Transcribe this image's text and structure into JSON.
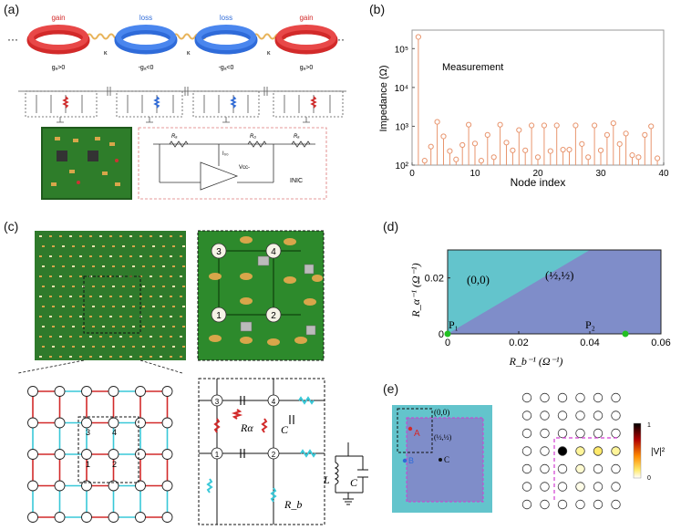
{
  "panels": {
    "a": {
      "label": "(a)",
      "ring_labels": [
        "gain",
        "loss",
        "loss",
        "gain"
      ],
      "ring_params": [
        "gₐ>0",
        "-gₐ<0",
        "-gₐ<0",
        "gₐ>0"
      ],
      "couplings": [
        "κ",
        "κ",
        "κ"
      ],
      "ellipsis": "···",
      "inic_label": "INIC",
      "circuit_labels": [
        "Rₐ",
        "R₀",
        "Rₐ",
        "I₀₀",
        "Vcc-"
      ],
      "colors": {
        "gain": "#d22a2a",
        "loss": "#2f6bd9",
        "spring": "#e8b45a"
      }
    },
    "b": {
      "label": "(b)",
      "legend": "Measurement",
      "xlabel": "Node index",
      "ylabel": "Impedance (Ω)"
    },
    "c": {
      "label": "(c)",
      "node_labels": [
        "1",
        "2",
        "3",
        "4"
      ],
      "component_labels": [
        "Rα",
        "C",
        "R_b",
        "L",
        "C"
      ]
    },
    "d": {
      "label": "(d)",
      "region_left": "(0,0)",
      "region_right": "(½,½)",
      "points": [
        "P₁",
        "P₂"
      ],
      "xlabel": "R_b⁻¹ (Ω⁻¹)",
      "ylabel": "R_α⁻¹ (Ω⁻¹)",
      "colors": {
        "trivial": "#63c4cc",
        "nontrivial": "#7f8dc9",
        "point": "#22c022"
      }
    },
    "e": {
      "label": "(e)",
      "region_a": "(0,0)",
      "region_b": "(½,½)",
      "points": [
        "A",
        "B",
        "C"
      ],
      "colorbar_label": "|V|²",
      "colorbar_ticks": [
        "1",
        "0"
      ]
    }
  },
  "chart_data": [
    {
      "type": "scatter",
      "panel": "b",
      "title": "",
      "xlabel": "Node index",
      "ylabel": "Impedance (Ω)",
      "xlim": [
        0,
        40
      ],
      "ylim": [
        100,
        300000
      ],
      "yscale": "log",
      "xticks": [
        0,
        10,
        20,
        30,
        40
      ],
      "yticks": [
        "10²",
        "10³",
        "10⁴",
        "10⁵"
      ],
      "legend": "Measurement",
      "series": [
        {
          "name": "Measurement",
          "x": [
            1,
            2,
            3,
            4,
            5,
            6,
            7,
            8,
            9,
            10,
            11,
            12,
            13,
            14,
            15,
            16,
            17,
            18,
            19,
            20,
            21,
            22,
            23,
            24,
            25,
            26,
            27,
            28,
            29,
            30,
            31,
            32,
            33,
            34,
            35,
            36,
            37,
            38,
            39
          ],
          "values": [
            200000,
            130,
            300,
            1300,
            550,
            230,
            140,
            330,
            1100,
            360,
            130,
            600,
            160,
            1100,
            380,
            240,
            800,
            240,
            1050,
            160,
            1050,
            230,
            1050,
            250,
            250,
            1050,
            350,
            160,
            1050,
            240,
            600,
            1200,
            350,
            650,
            180,
            160,
            600,
            1000,
            150
          ]
        }
      ]
    },
    {
      "type": "area",
      "panel": "d",
      "title": "",
      "xlabel": "R_b⁻¹ (Ω⁻¹)",
      "ylabel": "R_α⁻¹ (Ω⁻¹)",
      "xlim": [
        0,
        0.06
      ],
      "ylim": [
        0,
        0.03
      ],
      "xticks": [
        "0",
        "0.02",
        "0.04",
        "0.06"
      ],
      "yticks": [
        "0",
        "0.02"
      ],
      "boundary": {
        "x": [
          0,
          0.04
        ],
        "y": [
          0,
          0.03
        ]
      },
      "regions": [
        "(0,0)",
        "(½,½)"
      ],
      "points": [
        {
          "name": "P₁",
          "x": 0,
          "y": 0
        },
        {
          "name": "P₂",
          "x": 0.05,
          "y": 0
        }
      ]
    }
  ]
}
